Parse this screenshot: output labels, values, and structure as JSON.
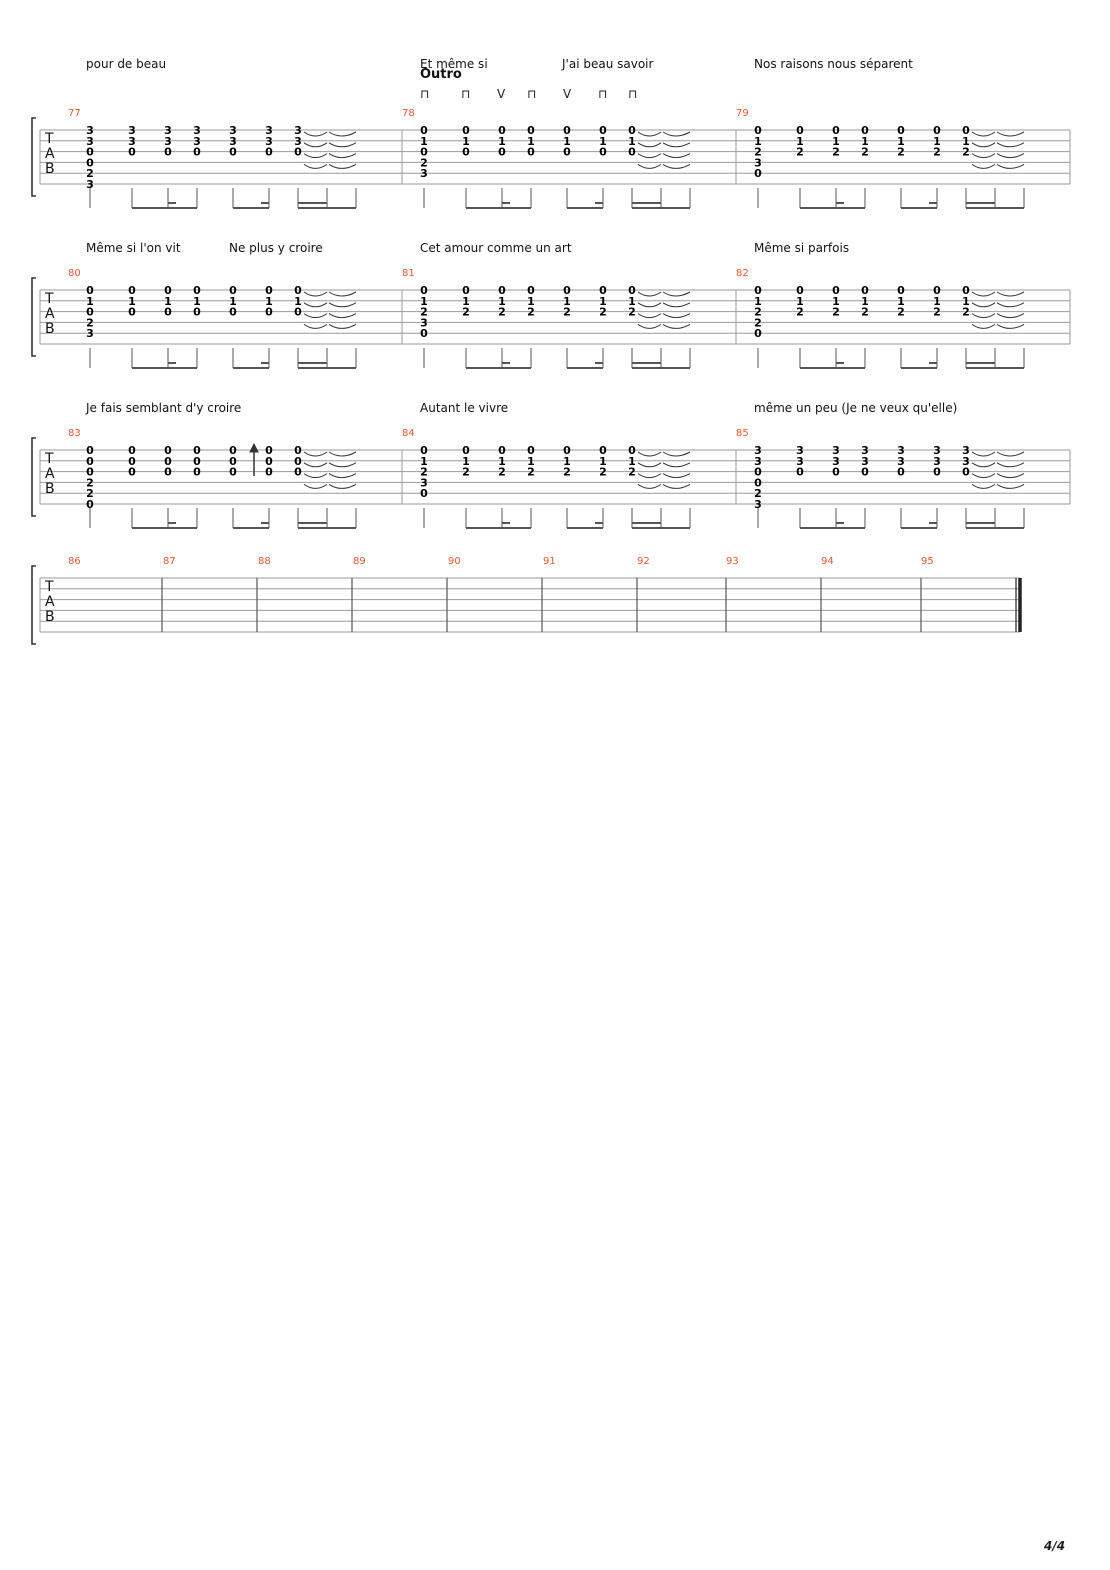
{
  "page": {
    "number": "4/4"
  },
  "tab_letters": [
    "T",
    "A",
    "B"
  ],
  "section": {
    "label": "Outro"
  },
  "strokes": [
    "⊓",
    "⊓",
    "V",
    "⊓",
    "V",
    "⊓",
    "⊓"
  ],
  "systems": [
    {
      "lyrics": [
        "pour de beau",
        "Et même si",
        "J'ai beau savoir",
        "Nos raisons nous séparent"
      ],
      "measures": [
        {
          "number": "77",
          "chord": [
            "3",
            "3",
            "0",
            "0",
            "2",
            "3"
          ]
        },
        {
          "number": "78",
          "chord": [
            "0",
            "1",
            "0",
            "2",
            "3",
            ""
          ]
        },
        {
          "number": "79",
          "chord": [
            "0",
            "1",
            "2",
            "3",
            "0",
            ""
          ]
        }
      ]
    },
    {
      "lyrics": [
        "Même si l'on vit",
        "Ne plus y croire",
        "Cet amour comme un art",
        "Même si parfois"
      ],
      "measures": [
        {
          "number": "80",
          "chord": [
            "0",
            "1",
            "0",
            "2",
            "3",
            ""
          ]
        },
        {
          "number": "81",
          "chord": [
            "0",
            "1",
            "2",
            "3",
            "0",
            ""
          ]
        },
        {
          "number": "82",
          "chord": [
            "0",
            "1",
            "2",
            "2",
            "0",
            ""
          ]
        }
      ]
    },
    {
      "lyrics": [
        "Je fais semblant d'y croire",
        "Autant le vivre",
        "même un peu (Je ne veux qu'elle)"
      ],
      "measures": [
        {
          "number": "83",
          "chord": [
            "0",
            "0",
            "0",
            "2",
            "2",
            "0"
          ]
        },
        {
          "number": "84",
          "chord": [
            "0",
            "1",
            "2",
            "3",
            "0",
            ""
          ]
        },
        {
          "number": "85",
          "chord": [
            "3",
            "3",
            "0",
            "0",
            "2",
            "3"
          ]
        }
      ]
    },
    {
      "lyrics": [],
      "measures": [
        {
          "number": "86"
        },
        {
          "number": "87"
        },
        {
          "number": "88"
        },
        {
          "number": "89"
        },
        {
          "number": "90"
        },
        {
          "number": "91"
        },
        {
          "number": "92"
        },
        {
          "number": "93"
        },
        {
          "number": "94"
        },
        {
          "number": "95"
        }
      ]
    }
  ]
}
